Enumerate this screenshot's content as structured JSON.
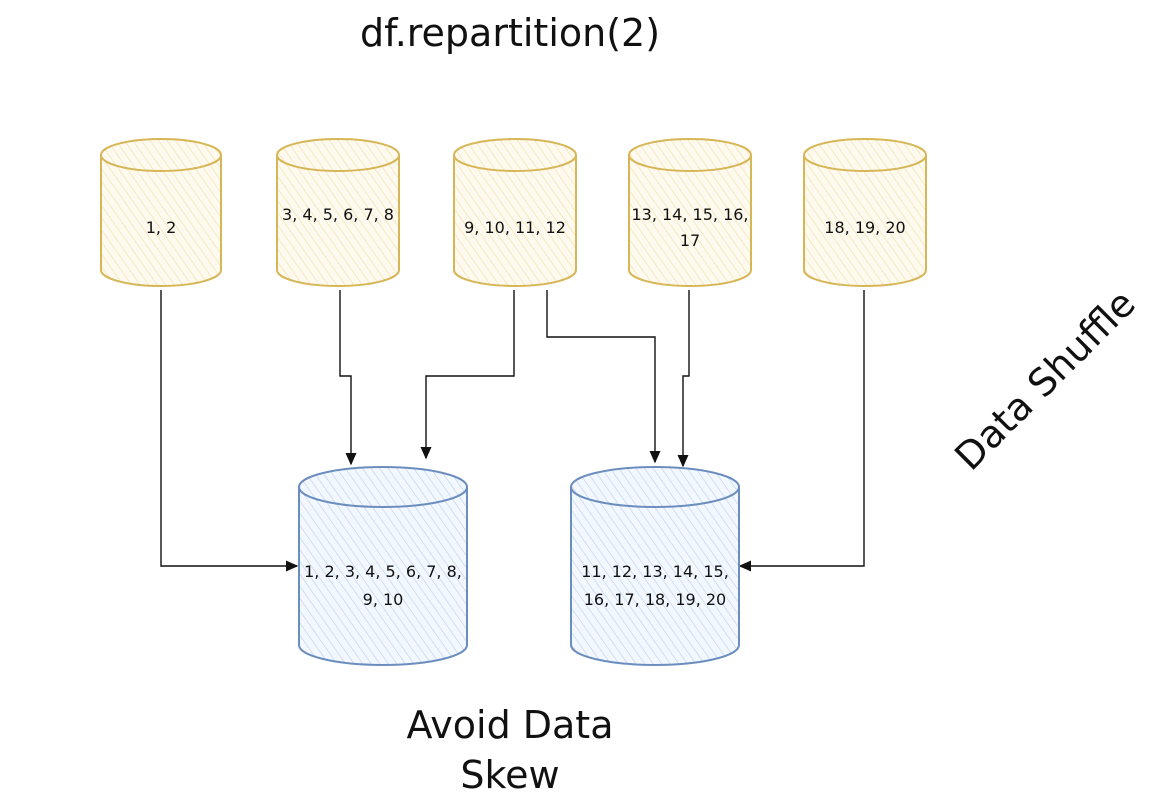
{
  "title": "df.repartition(2)",
  "side_label": "Data Shuffle",
  "caption": "Avoid Data Skew",
  "colors": {
    "source_stroke": "#d6b656",
    "source_fill": "#fff2cc",
    "target_stroke": "#6c8ebf",
    "target_fill": "#dae8fc",
    "arrow": "#111111"
  },
  "source_partitions": [
    {
      "label": "1, 2"
    },
    {
      "label": "3, 4, 5, 6, 7, 8"
    },
    {
      "label": "9, 10, 11, 12"
    },
    {
      "label": "13, 14, 15, 16, 17"
    },
    {
      "label": "18, 19, 20"
    }
  ],
  "target_partitions": [
    {
      "label": "1, 2, 3, 4, 5, 6, 7, 8, 9, 10"
    },
    {
      "label": "11, 12, 13, 14, 15, 16, 17, 18, 19, 20"
    }
  ]
}
